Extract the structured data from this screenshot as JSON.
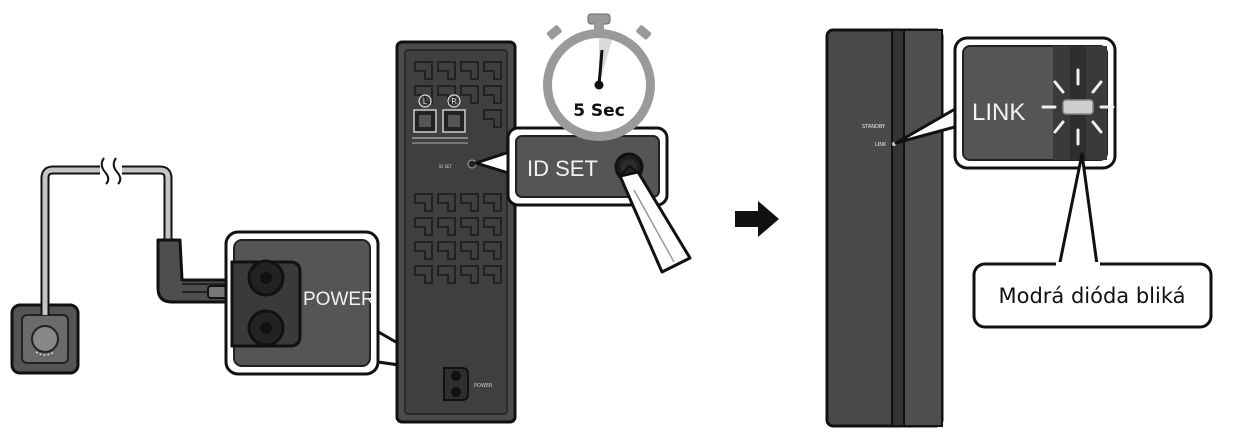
{
  "subwoofer": {
    "port_left_label": "L",
    "port_right_label": "R",
    "id_set_small_label": "ID SET",
    "power_small_label": "POWER"
  },
  "timer": {
    "label": "5 Sec"
  },
  "callouts": {
    "power_label": "POWER",
    "id_set_label": "ID SET",
    "link_label": "LINK",
    "status_caption": "Modrá dióda bliká"
  },
  "soundbar": {
    "standby_label": "STANDBY",
    "link_small_label": "LINK"
  },
  "colors": {
    "device_body": "#4b4b4b",
    "device_dark": "#333333",
    "callout_fill": "#555555",
    "outline": "#111111",
    "cable": "#bdbdbd"
  }
}
